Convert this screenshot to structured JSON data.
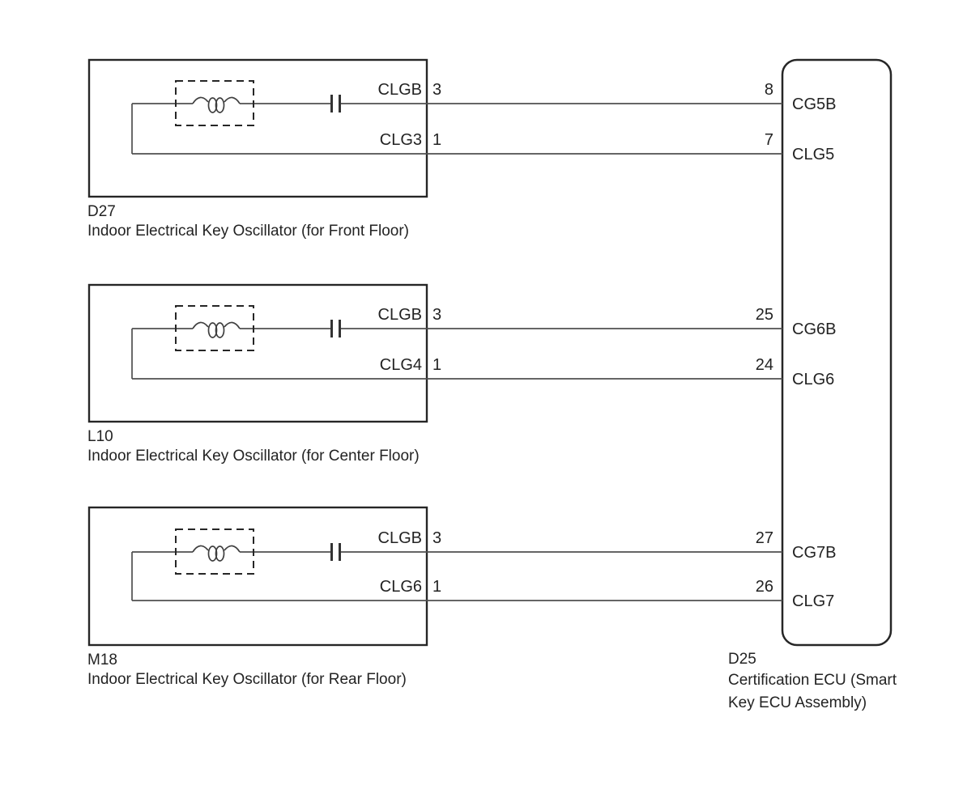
{
  "groups": [
    {
      "id": "D27",
      "name": "Indoor Electrical Key Oscillator (for Front Floor)",
      "pins": [
        {
          "left_label": "CLGB",
          "left_pin": "3",
          "right_pin": "8",
          "right_label": "CG5B"
        },
        {
          "left_label": "CLG3",
          "left_pin": "1",
          "right_pin": "7",
          "right_label": "CLG5"
        }
      ]
    },
    {
      "id": "L10",
      "name": "Indoor Electrical Key Oscillator (for Center Floor)",
      "pins": [
        {
          "left_label": "CLGB",
          "left_pin": "3",
          "right_pin": "25",
          "right_label": "CG6B"
        },
        {
          "left_label": "CLG4",
          "left_pin": "1",
          "right_pin": "24",
          "right_label": "CLG6"
        }
      ]
    },
    {
      "id": "M18",
      "name": "Indoor Electrical Key Oscillator (for Rear Floor)",
      "pins": [
        {
          "left_label": "CLGB",
          "left_pin": "3",
          "right_pin": "27",
          "right_label": "CG7B"
        },
        {
          "left_label": "CLG6",
          "left_pin": "1",
          "right_pin": "26",
          "right_label": "CLG7"
        }
      ]
    }
  ],
  "ecu": {
    "id": "D25",
    "name_line1": "Certification ECU (Smart",
    "name_line2": "Key ECU Assembly)"
  },
  "symbols": {
    "inductor": "coil-in-dashed-box",
    "capacitor": "series-capacitor"
  },
  "colors": {
    "border": "#262626",
    "wire": "#4f4f4f",
    "text": "#232323",
    "background": "#ffffff"
  }
}
